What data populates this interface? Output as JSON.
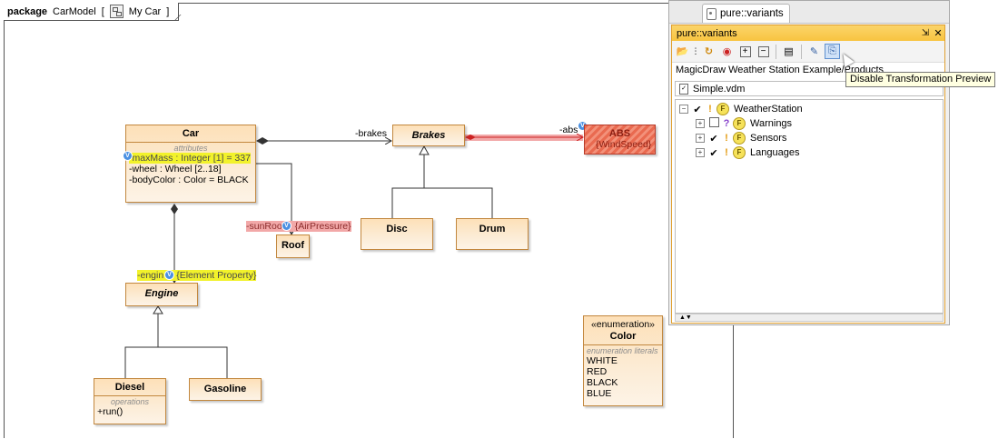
{
  "diagram": {
    "frame_kind": "package",
    "frame_name": "CarModel",
    "frame_diagram": "My Car",
    "classes": {
      "car": {
        "name": "Car",
        "compartment": "attributes",
        "attrs": [
          "-maxMass : Integer [1] = 337",
          "-wheel : Wheel [2..18]",
          "-bodyColor : Color = BLACK"
        ]
      },
      "brakes": {
        "name": "Brakes"
      },
      "abs": {
        "name": "ABS",
        "constraint": "{WindSpeed}"
      },
      "roof": {
        "name": "Roof"
      },
      "disc": {
        "name": "Disc"
      },
      "drum": {
        "name": "Drum"
      },
      "engine": {
        "name": "Engine"
      },
      "diesel": {
        "name": "Diesel",
        "compartment": "operations",
        "ops": [
          "+run()"
        ]
      },
      "gasoline": {
        "name": "Gasoline"
      },
      "color": {
        "stereotype": "«enumeration»",
        "name": "Color",
        "compartment": "enumeration literals",
        "literals": [
          "WHITE",
          "RED",
          "BLACK",
          "BLUE"
        ]
      }
    },
    "edges": {
      "brakes_role": "-brakes",
      "abs_role": "-abs",
      "sunroof_role": "-sunRoo",
      "sunroof_constraint": "{AirPressure}",
      "engine_role": "-engin",
      "engine_constraint": "{Element Property}"
    },
    "badge_letter": "V",
    "colors": {
      "box_fill": "#fde0b8",
      "box_border": "#c2873e",
      "highlight_yellow": "#f2f22b",
      "highlight_red": "#f2a8a8",
      "abs_fill": "#e96a50"
    }
  },
  "panel": {
    "tab_label": "pure::variants",
    "view_title": "pure::variants",
    "header_buttons": [
      "minimize-icon",
      "close-icon"
    ],
    "toolbar": [
      "open-folder-icon",
      "drag-handle-icon",
      "refresh-icon",
      "target-icon",
      "expand-all-icon",
      "collapse-all-icon",
      "table-icon",
      "edit-icon",
      "transformation-preview-icon"
    ],
    "path": "MagicDraw Weather Station Example/Products",
    "model_file": "Simple.vdm",
    "tree": [
      {
        "label": "WeatherStation",
        "expander": "−",
        "check": "✔",
        "priority": "!",
        "badge": "F",
        "level": 0
      },
      {
        "label": "Warnings",
        "expander": "+",
        "check": "box",
        "priority": "?",
        "badge": "F",
        "level": 1
      },
      {
        "label": "Sensors",
        "expander": "+",
        "check": "✔",
        "priority": "!",
        "badge": "F",
        "level": 1
      },
      {
        "label": "Languages",
        "expander": "+",
        "check": "✔",
        "priority": "!",
        "badge": "F",
        "level": 1
      }
    ],
    "scroll_arrows": "▲▼",
    "tooltip": "Disable Transformation Preview"
  }
}
